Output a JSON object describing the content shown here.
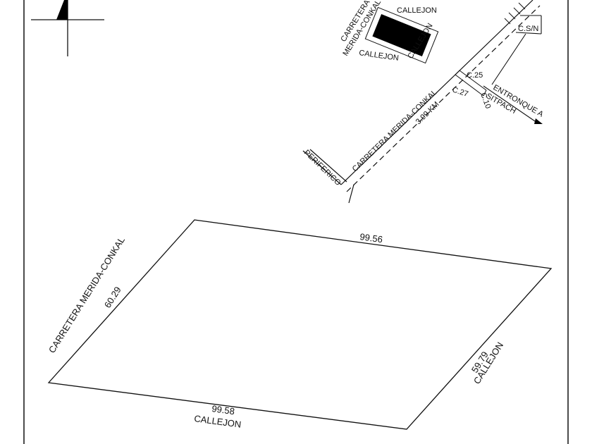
{
  "location_map": {
    "inset_block": {
      "road_top_left": "CARRETERA",
      "road_bottom_left": "MERIDA-CONKAL",
      "lane_top": "CALLEJON",
      "lane_right": "CALLEJON",
      "lane_bottom": "CALLEJON"
    },
    "labels": {
      "cs_n": "C.S/N",
      "c25": "C.25",
      "c27": "C.27",
      "c10": "C.10",
      "entronque_a": "ENTRONQUE A",
      "sitpach": "SITPACH",
      "carretera": "CARRETERA MERIDA-CONKAL",
      "distance": "3.99 KM",
      "periferico": "PERIFERICO"
    }
  },
  "parcel": {
    "side_top": {
      "length": "99.56"
    },
    "side_left": {
      "length": "60.29",
      "road": "CARRETERA MERIDA-CONKAL"
    },
    "side_right": {
      "length": "59.79",
      "road": "CALLEJON"
    },
    "side_bottom": {
      "length": "99.58",
      "road": "CALLEJON"
    }
  }
}
